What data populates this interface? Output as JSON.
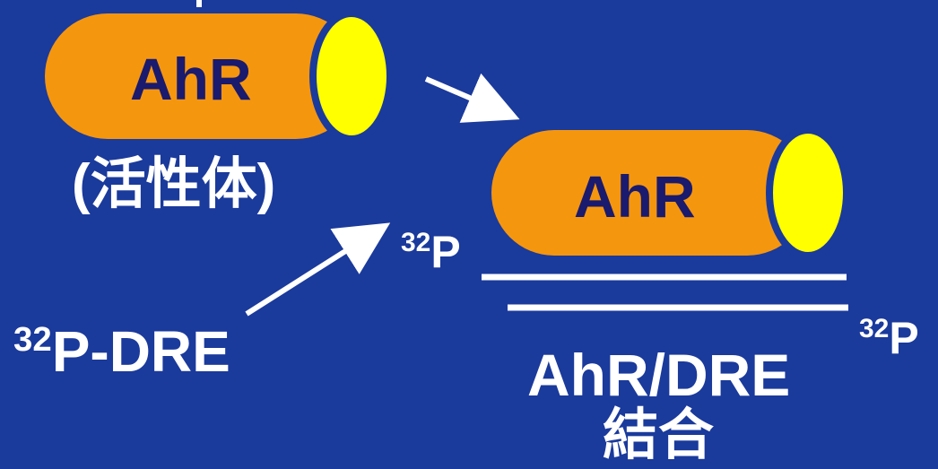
{
  "colors": {
    "background": "#1a3a9c",
    "receptor_body": "#f5960f",
    "ligand": "#ffff00",
    "receptor_text": "#1a1a6e",
    "label_text": "#ffffff"
  },
  "receptor_free": {
    "label": "AhR",
    "caption": "(活性体)"
  },
  "receptor_bound": {
    "label": "AhR"
  },
  "probe": {
    "isotope": "32",
    "element": "P",
    "suffix": "-DRE"
  },
  "duplex": {
    "top_isotope": "32",
    "top_element": "P",
    "bottom_isotope": "32",
    "bottom_element": "P"
  },
  "result": {
    "line1": "AhR/DRE",
    "line2": "結合"
  }
}
